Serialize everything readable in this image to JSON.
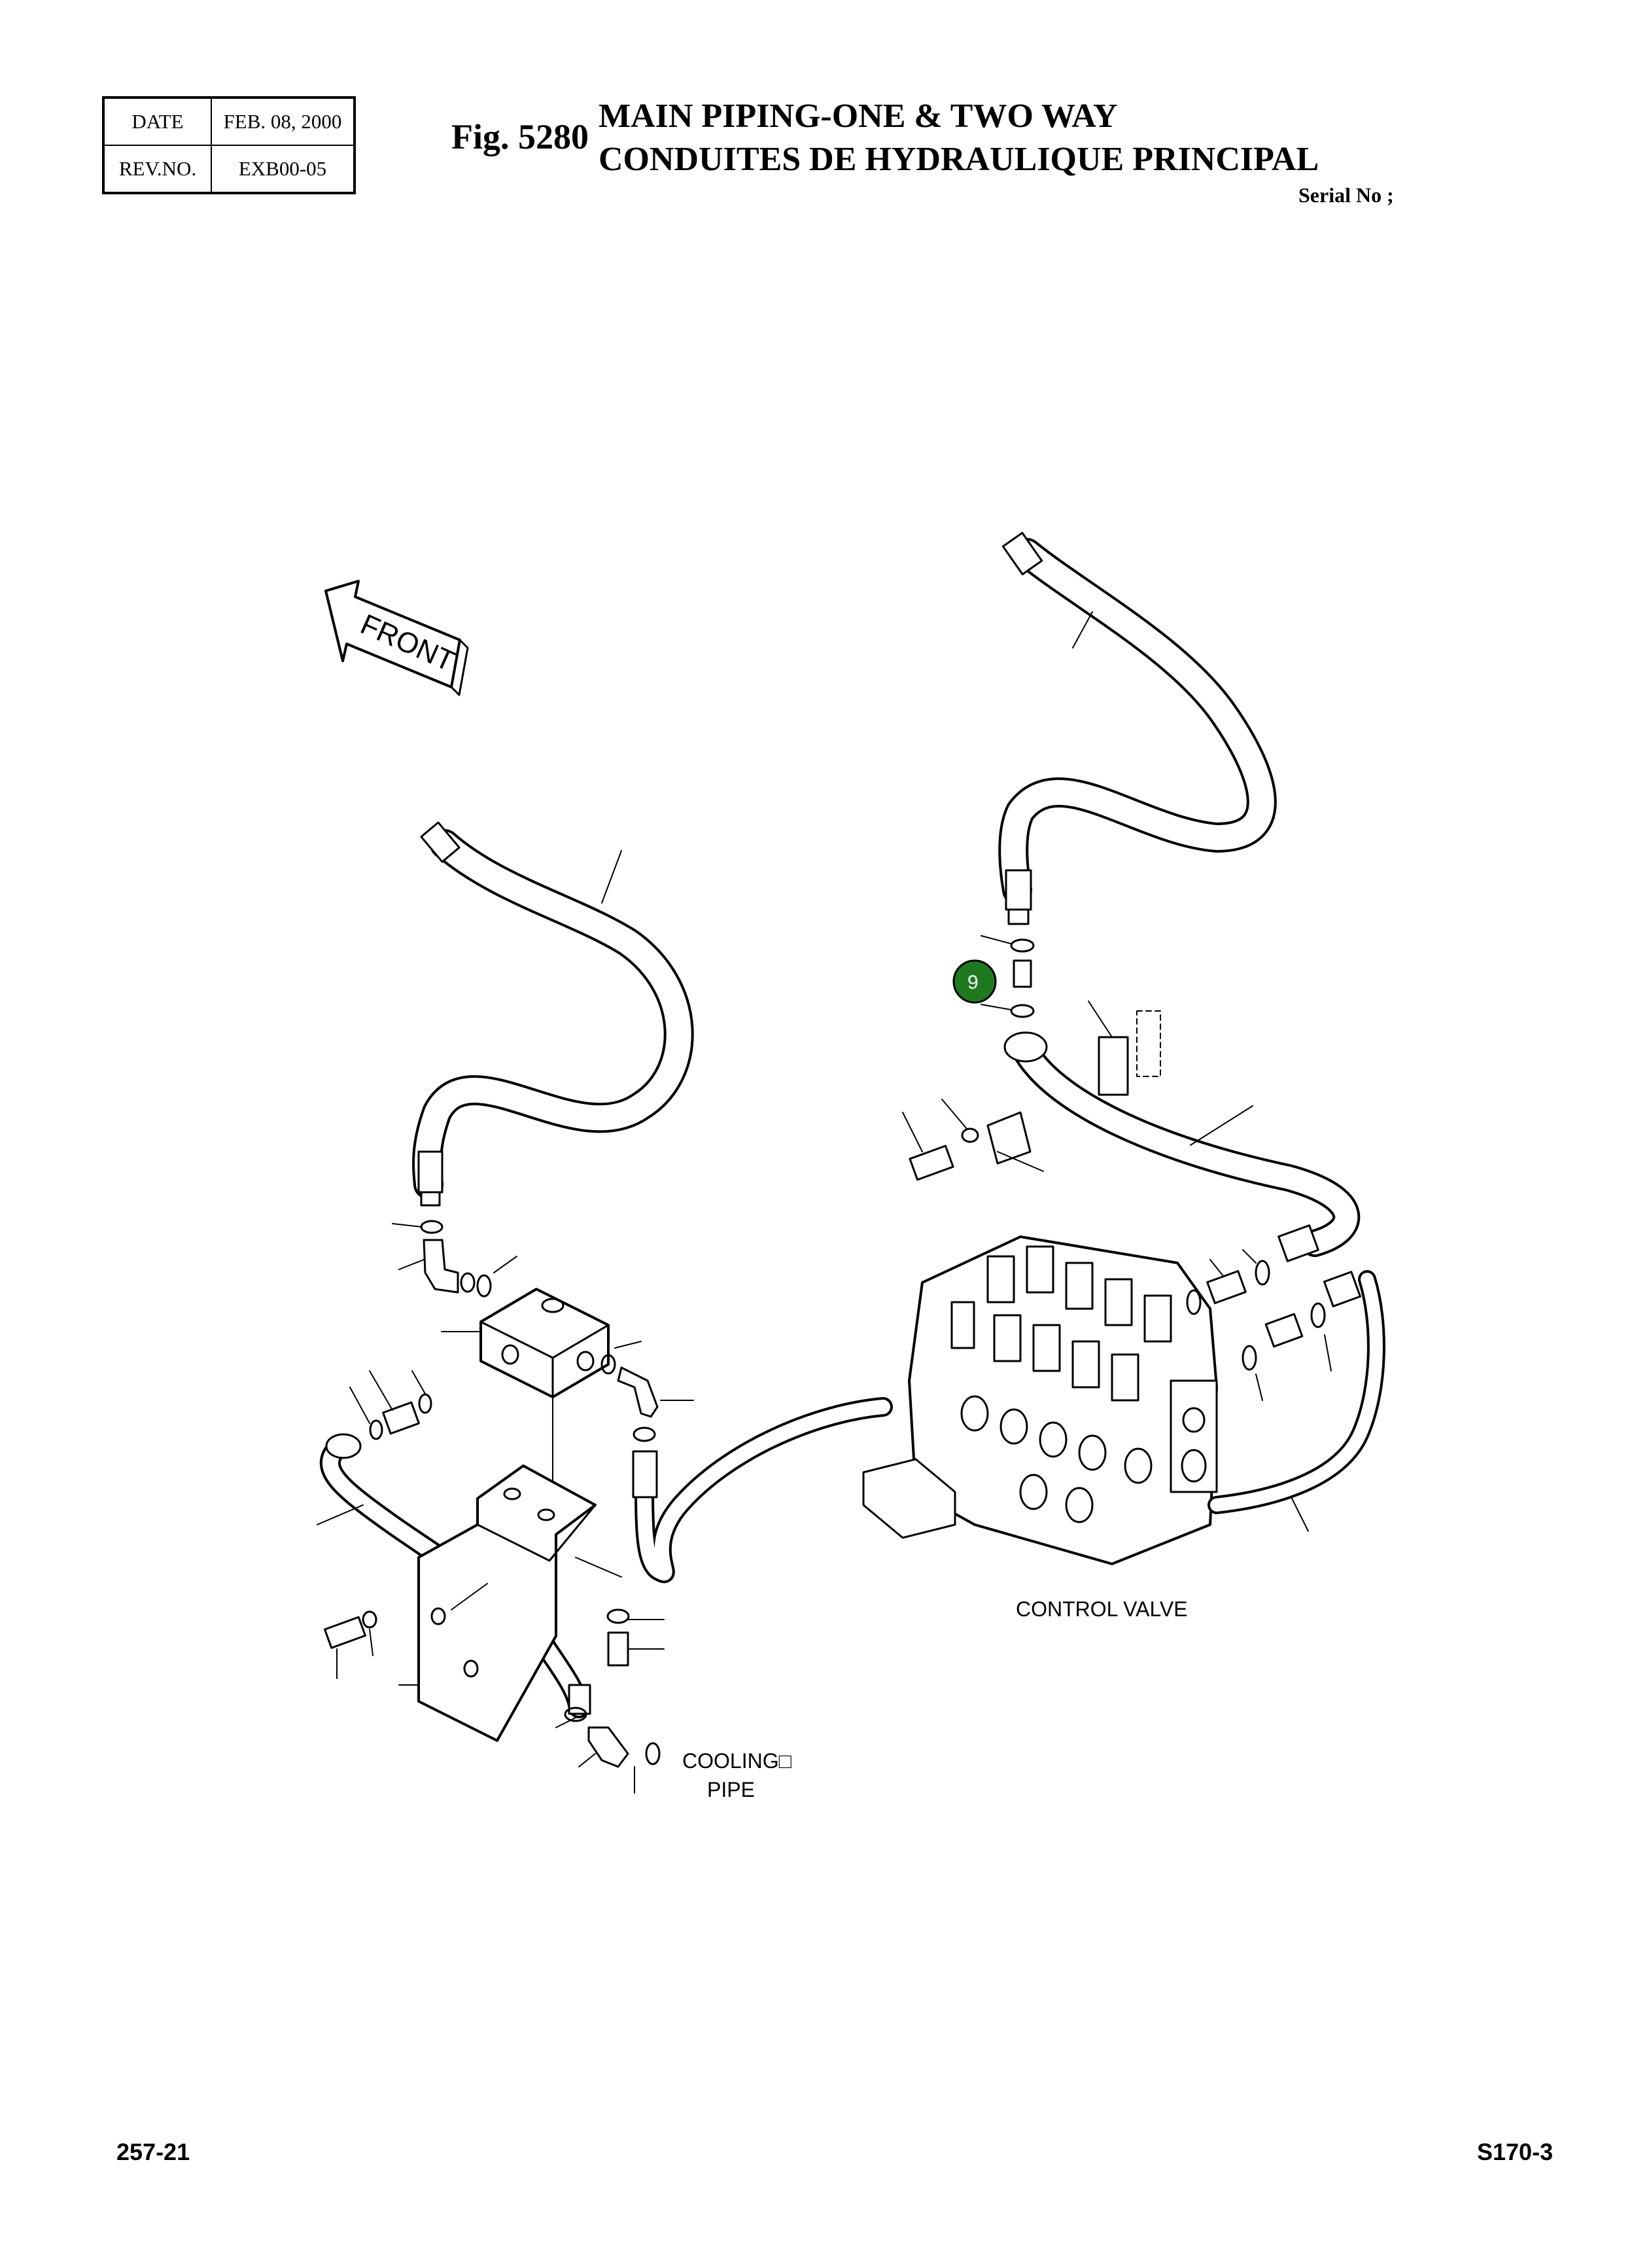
{
  "header": {
    "date_label": "DATE",
    "date_value": "FEB. 08, 2000",
    "rev_label": "REV.NO.",
    "rev_value": "EXB00-05",
    "fig_label": "Fig. 5280",
    "title_line1": "MAIN PIPING-ONE & TWO WAY",
    "title_line2": "CONDUITES DE HYDRAULIQUE PRINCIPAL",
    "serial": "Serial No ;"
  },
  "diagram": {
    "front_label": "FRONT",
    "control_valve_label": "CONTROL VALVE",
    "cooling_label": "COOLING□",
    "pipe_label": "PIPE",
    "callout_number": "9",
    "callout_color": "#1f7a1f"
  },
  "footer": {
    "left": "257-21",
    "right": "S170-3"
  }
}
